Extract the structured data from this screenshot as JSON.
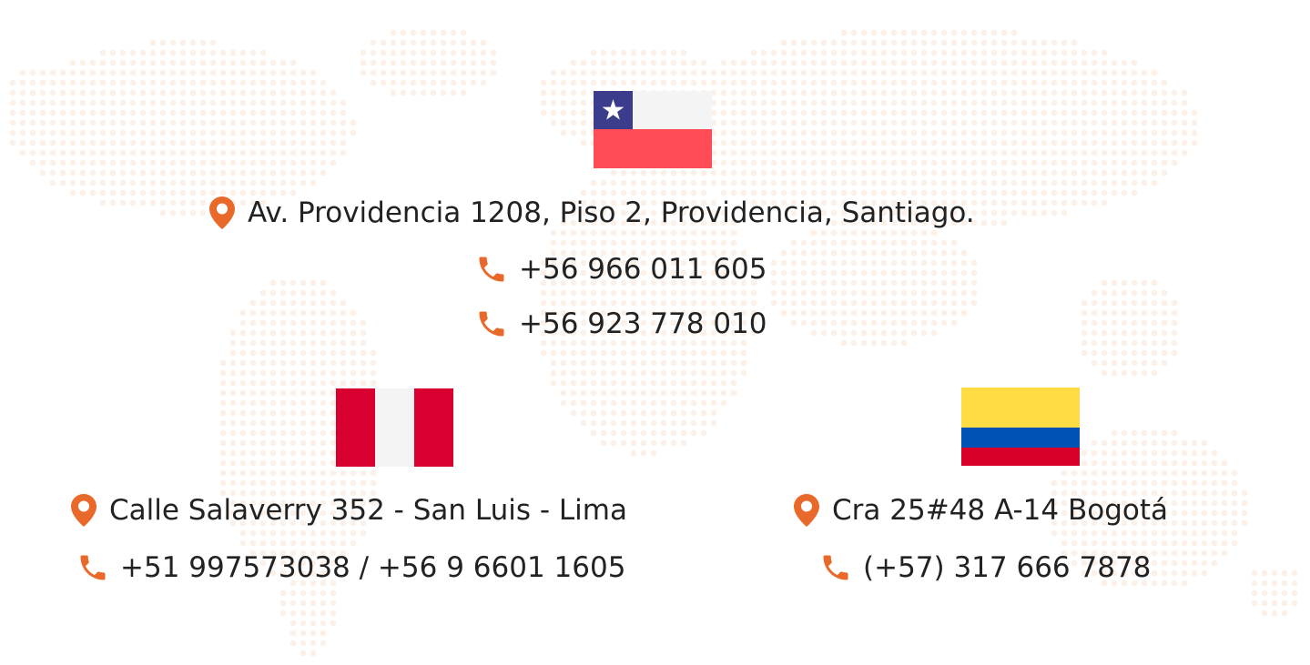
{
  "theme": {
    "accent": "#e8692a",
    "text": "#222222",
    "map_dots": "#fbf1e9"
  },
  "icons": {
    "location": "map-pin-icon",
    "phone": "phone-icon"
  },
  "offices": {
    "chile": {
      "flag_icon": "chile-flag-icon",
      "flag_colors": {
        "blue": "#3b3c8c",
        "white": "#f4f4f4",
        "red": "#ff4b55"
      },
      "address": "Av. Providencia 1208, Piso 2, Providencia, Santiago.",
      "phones": [
        "+56 966 011 605",
        "+56 923 778 010"
      ]
    },
    "peru": {
      "flag_icon": "peru-flag-icon",
      "flag_colors": {
        "red": "#d8002e",
        "white": "#f4f4f4"
      },
      "address": "Calle Salaverry 352 - San Luis - Lima",
      "phone": "+51 997573038 / +56 9 6601 1605"
    },
    "colombia": {
      "flag_icon": "colombia-flag-icon",
      "flag_colors": {
        "yellow": "#ffdb44",
        "blue": "#0052b4",
        "red": "#d80027"
      },
      "address": "Cra 25#48 A-14  Bogotá",
      "phone": "(+57) 317 666 7878"
    }
  }
}
